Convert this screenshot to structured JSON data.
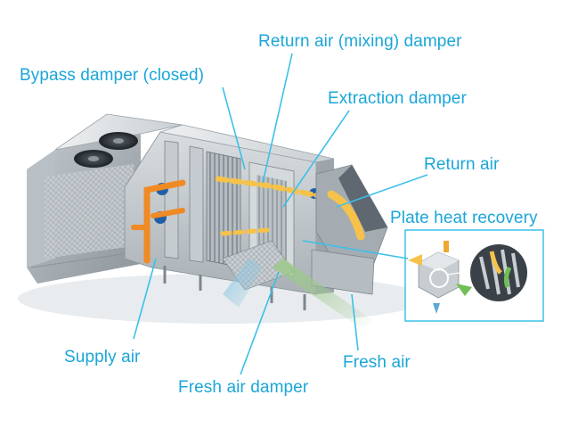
{
  "labels": {
    "return_mixing_damper": "Return air (mixing) damper",
    "bypass_damper": "Bypass damper (closed)",
    "extraction_damper": "Extraction damper",
    "return_air": "Return air",
    "plate_heat_recovery": "Plate heat recovery",
    "supply_air": "Supply air",
    "fresh_air": "Fresh air",
    "fresh_air_damper": "Fresh air damper"
  },
  "colors": {
    "label_text": "#1aa6d8",
    "leader_line": "#3cc0ea",
    "airflow_supply": "#f08a24",
    "airflow_return": "#f6c24a",
    "airflow_fresh": "#9cc98a",
    "airflow_exhaust": "#8fc6e0",
    "fan_motor": "#1f5fa8"
  },
  "icons": {
    "condenser": "condenser-fan-icon",
    "fan_motor": "fan-motor-icon",
    "heat_exchanger": "plate-heat-exchanger-icon"
  }
}
